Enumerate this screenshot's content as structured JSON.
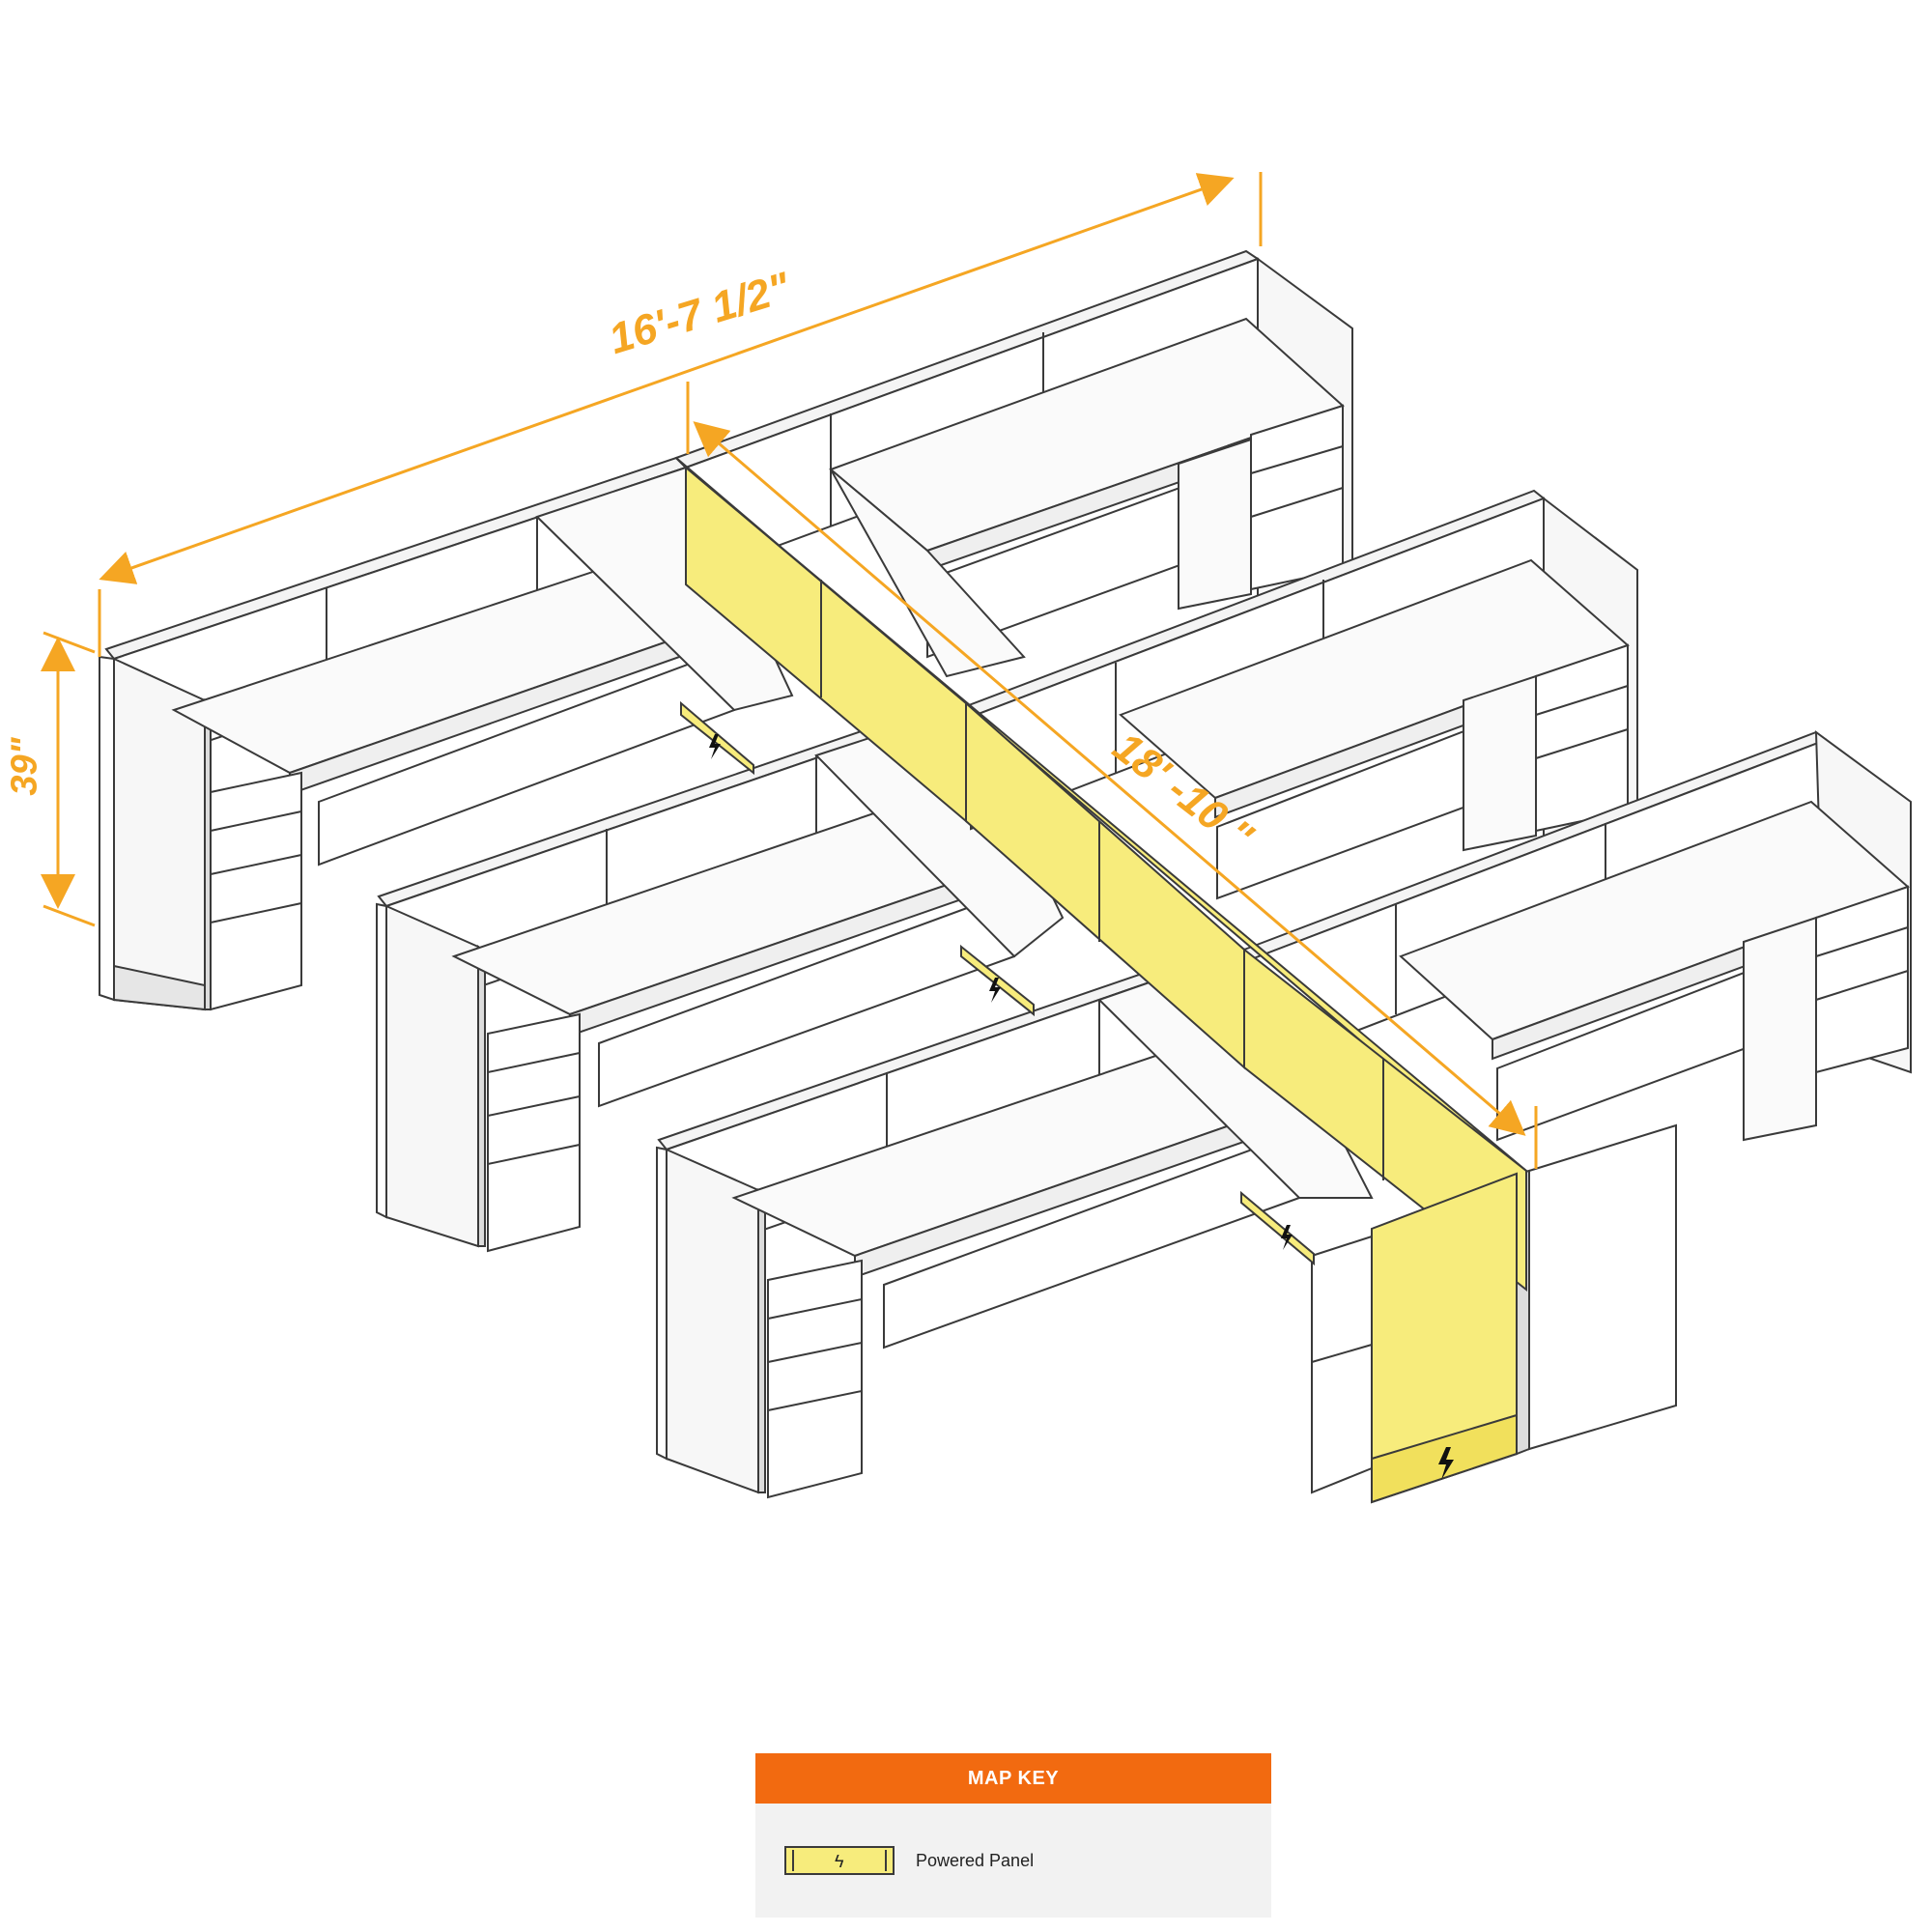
{
  "dimensions": {
    "width": "16'-7 1/2\"",
    "depth": "18' -10 \"",
    "height": "39\""
  },
  "map_key": {
    "title": "MAP KEY",
    "items": [
      {
        "label": "Powered Panel",
        "icon": "lightning-bolt-icon",
        "color": "#f7ec7c"
      }
    ]
  },
  "colors": {
    "dimension": "#f5a623",
    "powered_panel": "#f7ec7c",
    "key_header": "#f26a10",
    "key_background": "#f2f2f2",
    "outline": "#3a3a3a"
  }
}
